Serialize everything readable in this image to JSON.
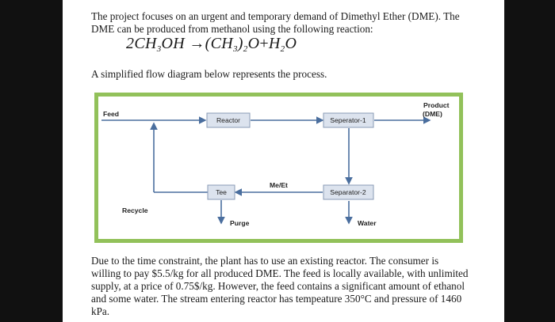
{
  "intro": {
    "line1": "The project focuses on an urgent and temporary demand of Dimethyl Ether (DME). The",
    "line2": "DME can be produced from methanol using the following reaction:"
  },
  "reaction": {
    "reactant_coeff": "2",
    "reactant_a": "CH",
    "reactant_sub": "3",
    "reactant_b": "OH",
    "arrow": "→",
    "product_a": "(CH",
    "product_sub1": "3",
    "product_b": ")",
    "product_sub2": "2",
    "product_c": "O",
    "plus": "+",
    "water_a": "H",
    "water_sub": "2",
    "water_b": "O"
  },
  "diagram_caption": "A simplified flow diagram below represents the process.",
  "diagram": {
    "feed": "Feed",
    "reactor": "Reactor",
    "separator1": "Seperator-1",
    "separator2": "Separator-2",
    "tee": "Tee",
    "product_line1": "Product",
    "product_line2": "(DME)",
    "me_et": "Me/Et",
    "recycle": "Recycle",
    "purge": "Purge",
    "water": "Water",
    "border_color": "#92c15a",
    "box_color": "#dce3ee",
    "line_color": "#4a6e9e"
  },
  "closing": {
    "line1": "Due to the time constraint, the plant has to use an existing reactor.  The consumer is",
    "line2": "willing to pay $5.5/kg for all produced DME. The feed is locally available, with unlimited",
    "line3": "supply, at a price of 0.75$/kg. However, the feed contains a significant amount of ethanol",
    "line4": "and some water. The stream entering reactor has tempeature 350°C and pressure of 1460",
    "line5": "kPa."
  }
}
